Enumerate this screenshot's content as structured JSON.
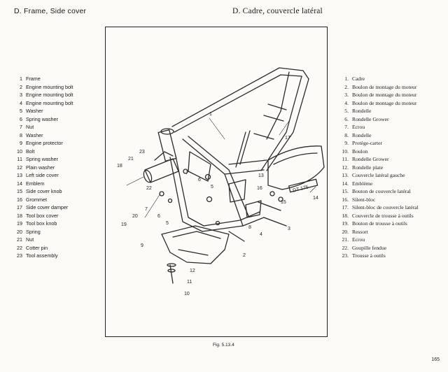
{
  "header": {
    "left_title": "D. Frame, Side cover",
    "right_title": "D. Cadre, couvercle latéral"
  },
  "legend_en": [
    {
      "num": "1",
      "label": "Frame"
    },
    {
      "num": "2",
      "label": "Engine mounting bolt"
    },
    {
      "num": "3",
      "label": "Engine mounting bolt"
    },
    {
      "num": "4",
      "label": "Engine mounting bolt"
    },
    {
      "num": "5",
      "label": "Washer"
    },
    {
      "num": "6",
      "label": "Spring washer"
    },
    {
      "num": "7",
      "label": "Nut"
    },
    {
      "num": "8",
      "label": "Washer"
    },
    {
      "num": "9",
      "label": "Engine protector"
    },
    {
      "num": "10",
      "label": "Bolt"
    },
    {
      "num": "11",
      "label": "Spring washer"
    },
    {
      "num": "12",
      "label": "Plain washer"
    },
    {
      "num": "13",
      "label": "Left side cover"
    },
    {
      "num": "14",
      "label": "Emblem"
    },
    {
      "num": "15",
      "label": "Side cover knob"
    },
    {
      "num": "16",
      "label": "Grommet"
    },
    {
      "num": "17",
      "label": "Side cover damper"
    },
    {
      "num": "18",
      "label": "Tool box cover"
    },
    {
      "num": "19",
      "label": "Tool box knob"
    },
    {
      "num": "20",
      "label": "Spring"
    },
    {
      "num": "21",
      "label": "Nut"
    },
    {
      "num": "22",
      "label": "Cotter pin"
    },
    {
      "num": "23",
      "label": "Tool assembly"
    }
  ],
  "legend_fr": [
    {
      "num": "1.",
      "label": "Cadre"
    },
    {
      "num": "2.",
      "label": "Boulon de montage du moteur"
    },
    {
      "num": "3.",
      "label": "Boulon de montage du moteur"
    },
    {
      "num": "4.",
      "label": "Boulon de montage du moteur"
    },
    {
      "num": "5.",
      "label": "Rondelle"
    },
    {
      "num": "6.",
      "label": "Rondelle Grower"
    },
    {
      "num": "7.",
      "label": "Ecrou"
    },
    {
      "num": "8.",
      "label": "Rondelle"
    },
    {
      "num": "9.",
      "label": "Protège-carter"
    },
    {
      "num": "10.",
      "label": "Boulon"
    },
    {
      "num": "11.",
      "label": "Rondelle Grower"
    },
    {
      "num": "12.",
      "label": "Rondelle plate"
    },
    {
      "num": "13.",
      "label": "Couvercle latéral gauche"
    },
    {
      "num": "14.",
      "label": "Emblème"
    },
    {
      "num": "15.",
      "label": "Bouton de couvercle latéral"
    },
    {
      "num": "16.",
      "label": "Silent-bloc"
    },
    {
      "num": "17.",
      "label": "Silent-bloc de couvercle latéral"
    },
    {
      "num": "18.",
      "label": "Couvercle de trousse à outils"
    },
    {
      "num": "19.",
      "label": "Bouton de trousse à outils"
    },
    {
      "num": "20.",
      "label": "Ressort"
    },
    {
      "num": "21.",
      "label": "Ecrou"
    },
    {
      "num": "22.",
      "label": "Goupille fendue"
    },
    {
      "num": "23.",
      "label": "Trousse à outils"
    }
  ],
  "callouts": [
    "1",
    "2",
    "3",
    "4",
    "5",
    "5",
    "6",
    "6",
    "7",
    "7",
    "8",
    "9",
    "10",
    "11",
    "12",
    "13",
    "14",
    "15",
    "16",
    "17",
    "18",
    "19",
    "20",
    "21",
    "22",
    "23"
  ],
  "emblem_text": "DT 175",
  "caption": "Fig. 5.13.4",
  "page_number": "165"
}
